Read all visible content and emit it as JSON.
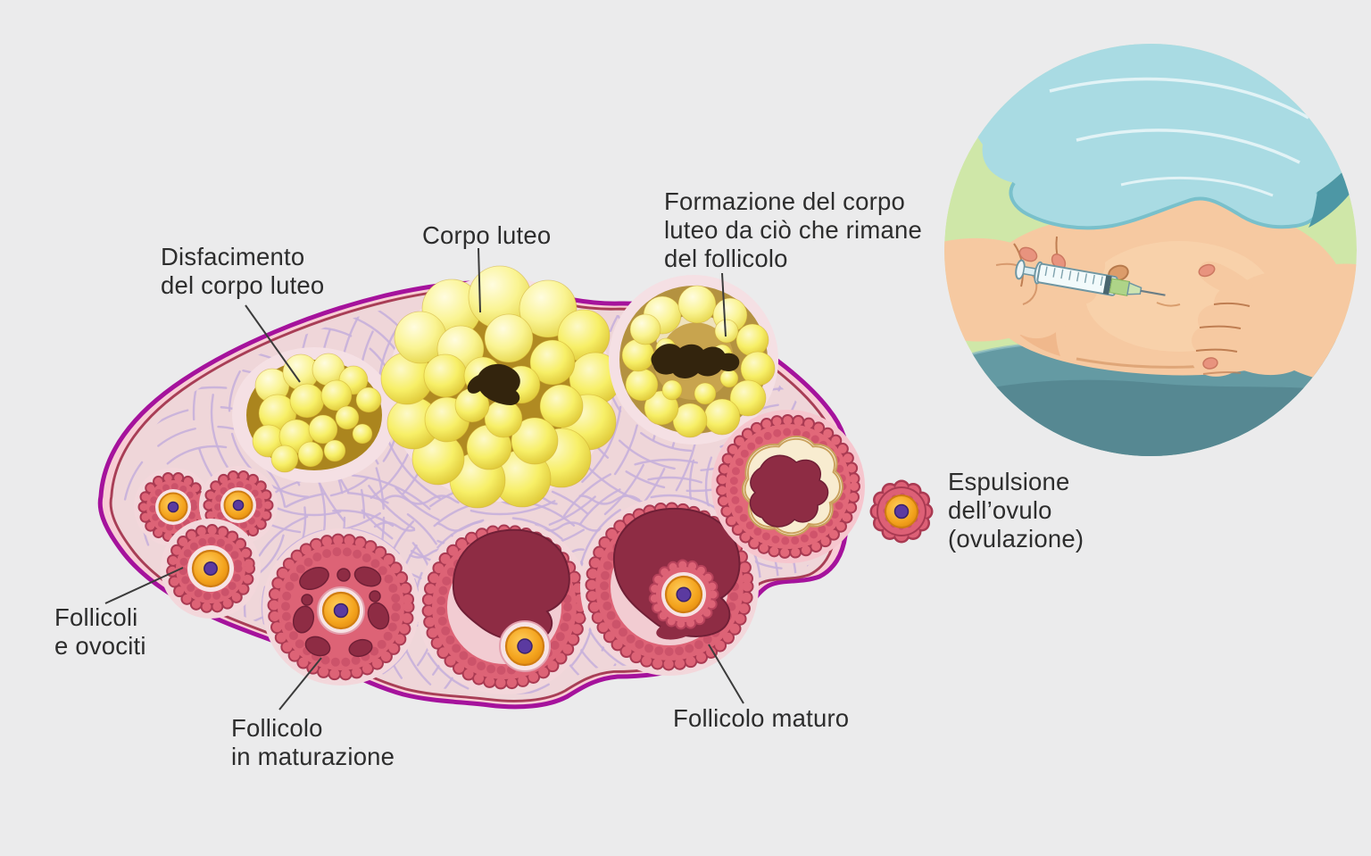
{
  "diagram": {
    "labels": {
      "disfacimento": "Disfacimento\ndel corpo luteo",
      "corpo_luteo": "Corpo luteo",
      "formazione": "Formazione del corpo\nluteo da ciò che rimane\ndel follicolo",
      "espulsione": "Espulsione\ndell’ovulo\n(ovulazione)",
      "follicoli": "Follicoli\ne ovociti",
      "in_maturazione": "Follicolo\nin maturazione",
      "maturo": "Follicolo maturo"
    },
    "colors": {
      "background": "#ebebec",
      "label_text": "#2d2d2d",
      "ovary_outline_magenta": "#a5129c",
      "ovary_wall_pink": "#f8cdd5",
      "ovary_inner_line": "#a83e56",
      "stroma_fill": "#efd6d9",
      "stroma_squiggle": "#c7b0da",
      "follicle_rose": "#dd6376",
      "follicle_rim_dark": "#a93a52",
      "antrum_maroon": "#8e2c44",
      "oocyte_orange": "#f3a320",
      "nucleus_purple": "#5b3aa0",
      "corpus_luteum_yellow": "#f6ee5e",
      "corpus_luteum_core_brown": "#33240d",
      "ruptured_cream": "#f8ecd0",
      "inset_green": "#cfe7a8",
      "inset_drape_blue": "#a9dbe3",
      "inset_skin": "#f6c9a1",
      "inset_pants_teal": "#649aa3"
    }
  }
}
